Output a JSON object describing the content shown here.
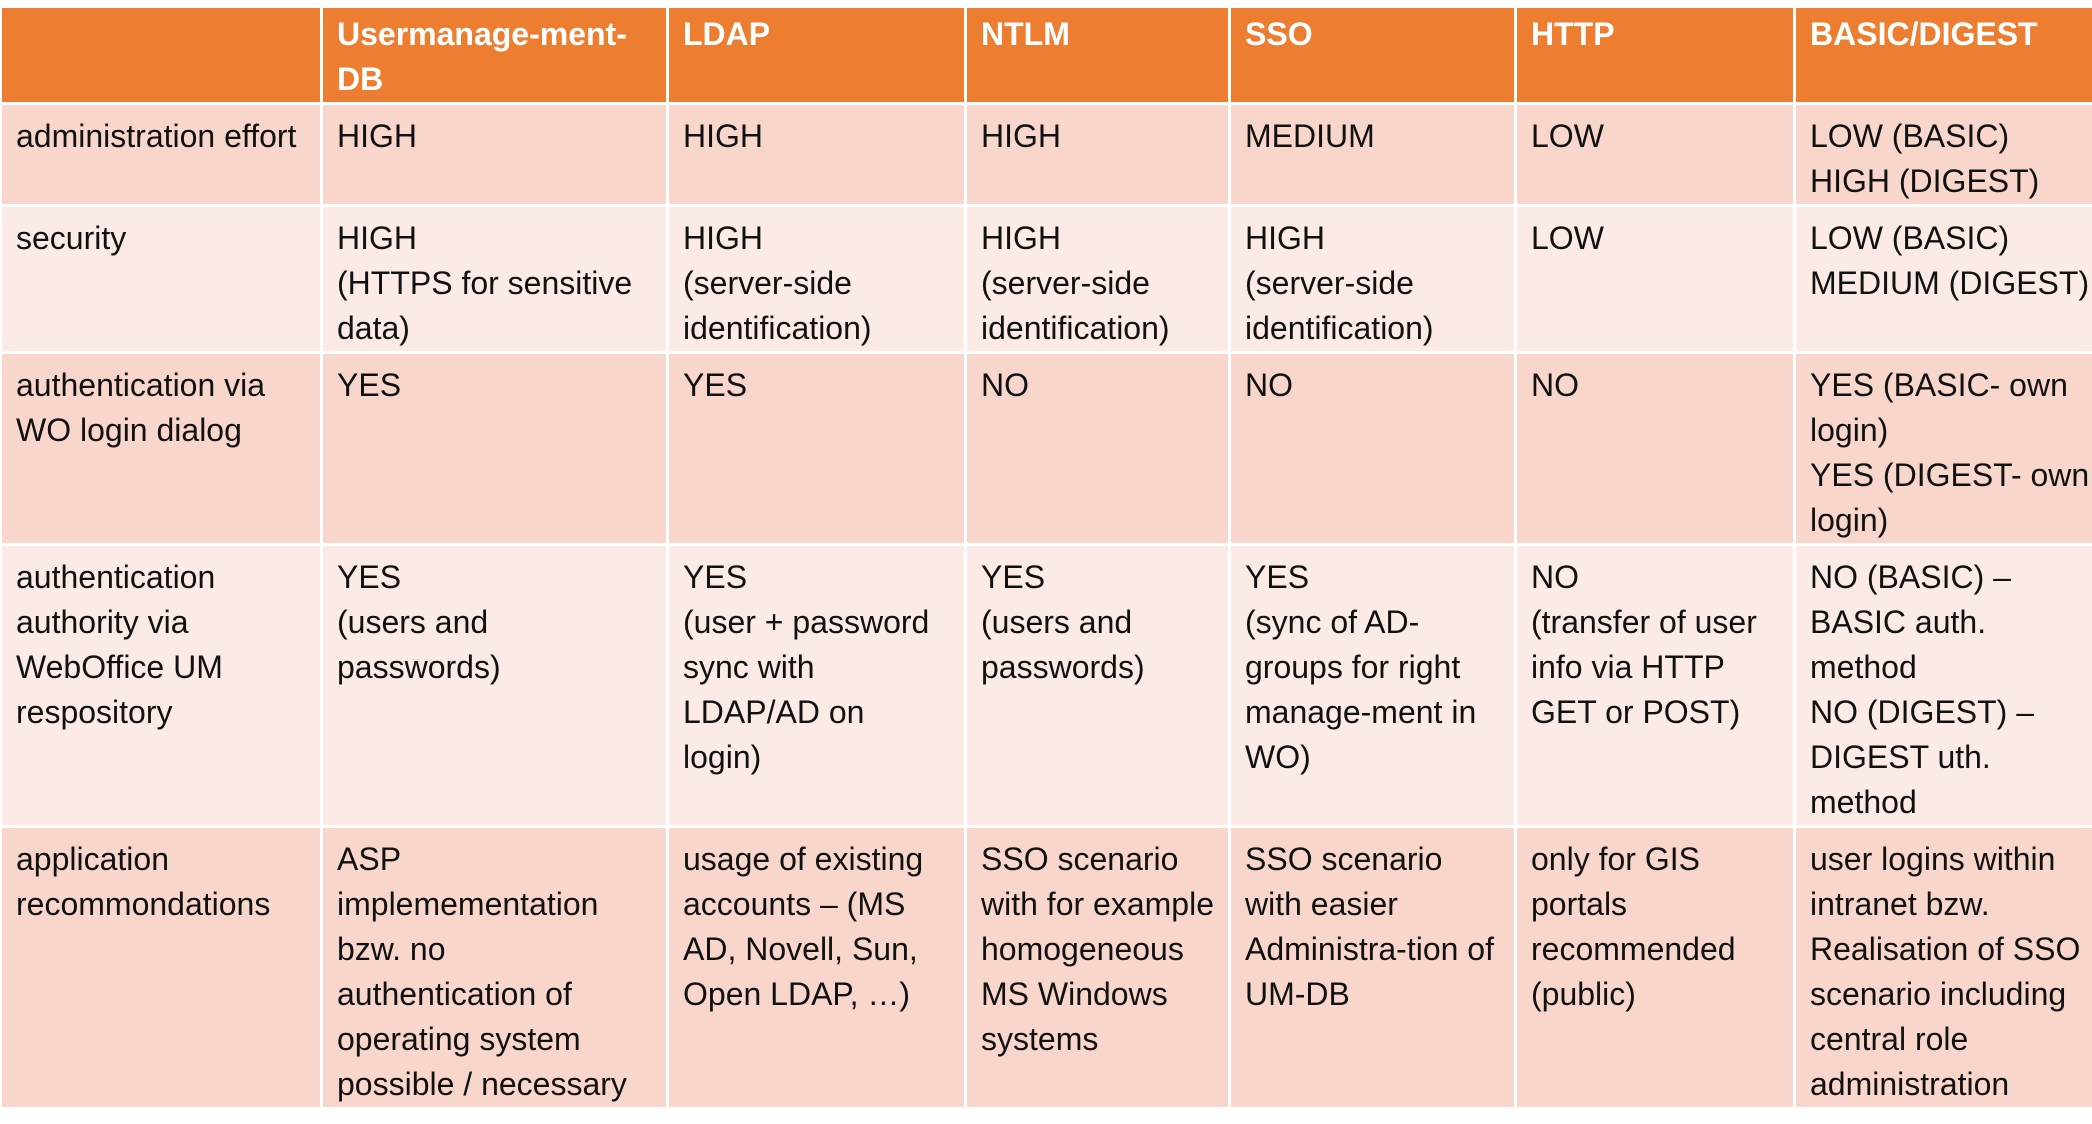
{
  "table": {
    "colors": {
      "header_bg": "#ED7D31",
      "row_dark": "#F8D6CC",
      "row_light": "#FBEAE6"
    },
    "headers": [
      "",
      "Usermanage-ment-DB",
      "LDAP",
      "NTLM",
      "SSO",
      "HTTP",
      "BASIC/DIGEST"
    ],
    "rows": [
      {
        "label": "administration effort",
        "cells": [
          "HIGH",
          "HIGH",
          "HIGH",
          "MEDIUM",
          "LOW",
          "LOW (BASIC)\nHIGH (DIGEST)"
        ]
      },
      {
        "label": "security",
        "cells": [
          "HIGH\n(HTTPS for sensitive data)",
          "HIGH\n(server-side identification)",
          "HIGH\n(server-side identification)",
          "HIGH\n(server-side identification)",
          "LOW",
          "LOW (BASIC)\nMEDIUM (DIGEST)"
        ]
      },
      {
        "label": "authentication via WO login dialog",
        "cells": [
          "YES",
          "YES",
          "NO",
          "NO",
          "NO",
          "YES (BASIC- own login)\nYES (DIGEST- own login)"
        ]
      },
      {
        "label": "authentication authority via WebOffice UM respository",
        "cells": [
          "YES\n(users and passwords)",
          "YES\n(user + password sync with LDAP/AD on login)",
          "YES\n(users and passwords)",
          "YES\n(sync of AD-groups for right manage-ment in WO)",
          "NO\n(transfer of user info via HTTP GET or POST)",
          "NO (BASIC) – BASIC auth. method\nNO (DIGEST) – DIGEST uth. method"
        ]
      },
      {
        "label": "application recommondations",
        "cells": [
          "ASP implemementation bzw. no authentication of operating system possible / necessary",
          "usage of existing accounts – (MS AD, Novell, Sun, Open LDAP, …)",
          "SSO scenario with for example homogeneous MS Windows systems",
          "SSO scenario with easier Administra-tion of UM-DB",
          "only for GIS portals recommended (public)",
          "user logins within intranet bzw. Realisation of SSO scenario including central role administration"
        ]
      }
    ]
  }
}
